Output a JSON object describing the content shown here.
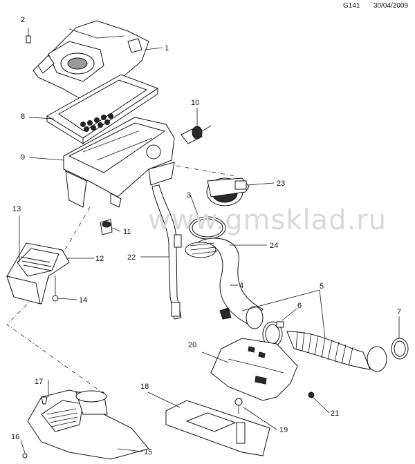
{
  "header": {
    "code": "G141",
    "date": "30/04/2009"
  },
  "watermark": "www.gmsklad.ru",
  "callouts": [
    {
      "id": "c1",
      "label": "1"
    },
    {
      "id": "c2",
      "label": "2"
    },
    {
      "id": "c3",
      "label": "3"
    },
    {
      "id": "c4",
      "label": "4"
    },
    {
      "id": "c5",
      "label": "5"
    },
    {
      "id": "c6",
      "label": "6"
    },
    {
      "id": "c7",
      "label": "7"
    },
    {
      "id": "c8",
      "label": "8"
    },
    {
      "id": "c9",
      "label": "9"
    },
    {
      "id": "c10",
      "label": "10"
    },
    {
      "id": "c11",
      "label": "11"
    },
    {
      "id": "c12",
      "label": "12"
    },
    {
      "id": "c13",
      "label": "13"
    },
    {
      "id": "c14",
      "label": "14"
    },
    {
      "id": "c15",
      "label": "15"
    },
    {
      "id": "c16",
      "label": "16"
    },
    {
      "id": "c17",
      "label": "17"
    },
    {
      "id": "c18",
      "label": "18"
    },
    {
      "id": "c19",
      "label": "19"
    },
    {
      "id": "c20",
      "label": "20"
    },
    {
      "id": "c21",
      "label": "21"
    },
    {
      "id": "c22",
      "label": "22"
    },
    {
      "id": "c23",
      "label": "23"
    },
    {
      "id": "c24",
      "label": "24"
    }
  ]
}
